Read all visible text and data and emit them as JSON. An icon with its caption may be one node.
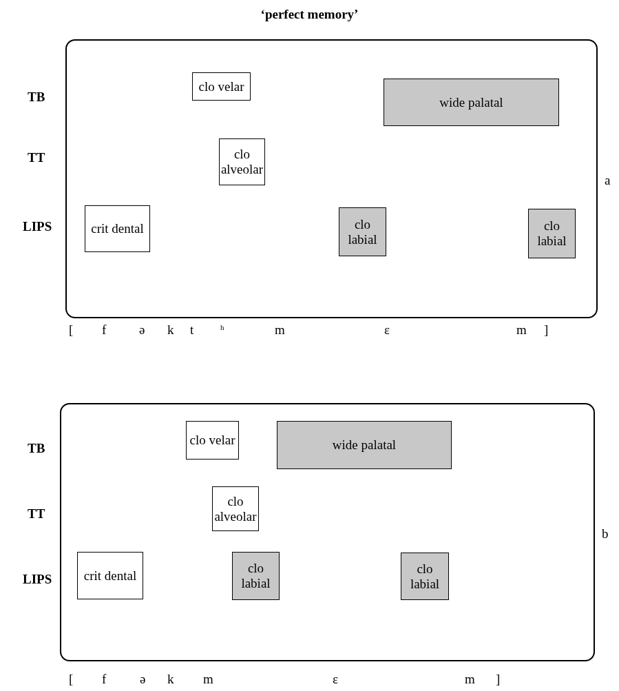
{
  "diagram": {
    "title": "‘perfect memory’",
    "nodes": [
      {
        "text": [],
        "shape": "box",
        "beside": [
          "a"
        ]
      },
      {
        "text": [
          "clo velar"
        ],
        "in": 0
      },
      {
        "text": [
          "wide palatal"
        ],
        "in": 0
      },
      {
        "text": [
          "clo alveolar"
        ],
        "in": 0
      },
      {
        "text": [
          "crit dental"
        ],
        "in": 0
      },
      {
        "text": [
          "clo labial"
        ],
        "in": 0
      },
      {
        "text": [
          "clo labial"
        ],
        "in": 0
      },
      {
        "text": [],
        "shape": "box",
        "beside": [
          "b"
        ]
      },
      {
        "text": [
          "clo velar"
        ],
        "in": 7
      },
      {
        "text": [
          "wide palatal"
        ],
        "in": 7
      },
      {
        "text": [
          "clo alveolar"
        ],
        "in": 7
      },
      {
        "text": [
          "crit dental"
        ],
        "in": 7
      },
      {
        "text": [
          "clo labial"
        ],
        "in": 7
      },
      {
        "text": [
          "clo labial"
        ],
        "in": 7
      }
    ],
    "labels": [
      "TB",
      "TT",
      "LIPS",
      "[",
      "f",
      "ə",
      "k",
      "t",
      "h",
      "m",
      "ɛ",
      "m",
      "]",
      "TB",
      "TT",
      "LIPS",
      "[",
      "f",
      "ə",
      "k",
      "m",
      "ɛ",
      "m",
      "]"
    ]
  }
}
